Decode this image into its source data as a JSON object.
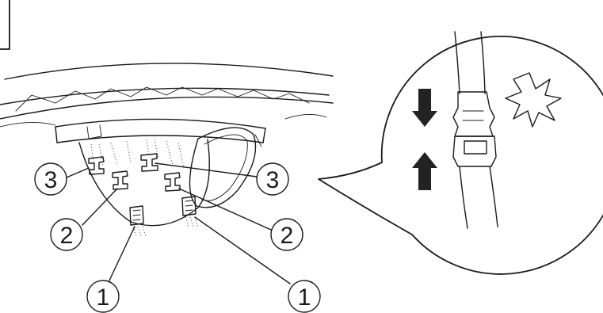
{
  "callouts": {
    "left_3": "3",
    "right_3": "3",
    "left_2": "2",
    "right_2": "2",
    "left_1": "1",
    "right_1": "1"
  },
  "colors": {
    "line": "#1a1a1a",
    "clip_fill": "#ffffff",
    "buckle_fill": "#9a9a9a",
    "arrow_fill": "#222222"
  }
}
